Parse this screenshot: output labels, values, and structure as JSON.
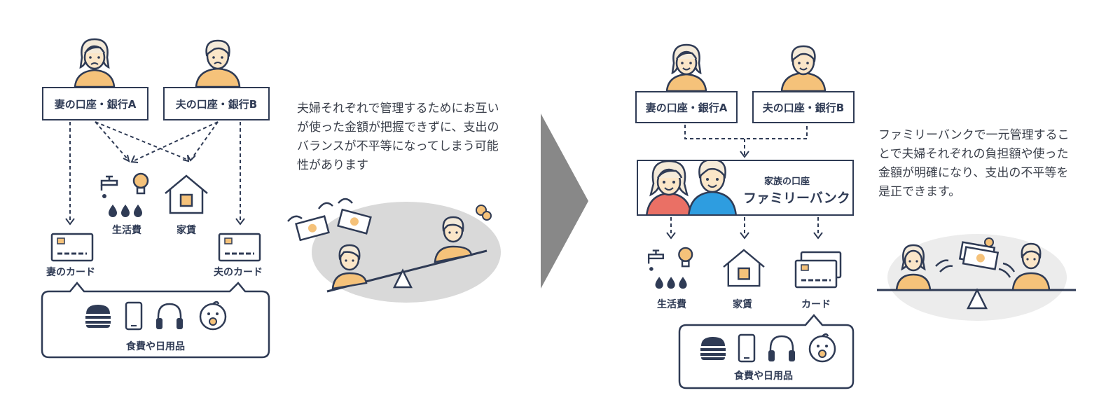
{
  "left": {
    "wife_account": "妻の口座・銀行A",
    "husband_account": "夫の口座・銀行B",
    "living_costs": "生活費",
    "rent": "家賃",
    "wife_card": "妻のカード",
    "husband_card": "夫のカード",
    "daily_goods": "食費や日用品",
    "description": "夫婦それぞれで管理するためにお互いが使った金額が把握できずに、支出のバランスが不平等になってしまう可能性があります"
  },
  "right": {
    "wife_account": "妻の口座・銀行A",
    "husband_account": "夫の口座・銀行B",
    "family_account_label": "家族の口座",
    "family_bank": "ファミリーバンク",
    "living_costs": "生活費",
    "rent": "家賃",
    "card": "カード",
    "daily_goods": "食費や日用品",
    "description": "ファミリーバンクで一元管理することで夫婦それぞれの負担額や使った金額が明確になり、支出の不平等を是正できます。"
  },
  "colors": {
    "navy": "#2f3b55",
    "skin": "#fbe6c8",
    "hair": "#f4ead9",
    "shirt": "#f5c27a",
    "wife_shirt": "#ea7065",
    "husband_shirt": "#2e9de0",
    "arrow_gray": "#888888",
    "blob_gray": "#d9d9d9",
    "blob_light": "#ececec"
  }
}
